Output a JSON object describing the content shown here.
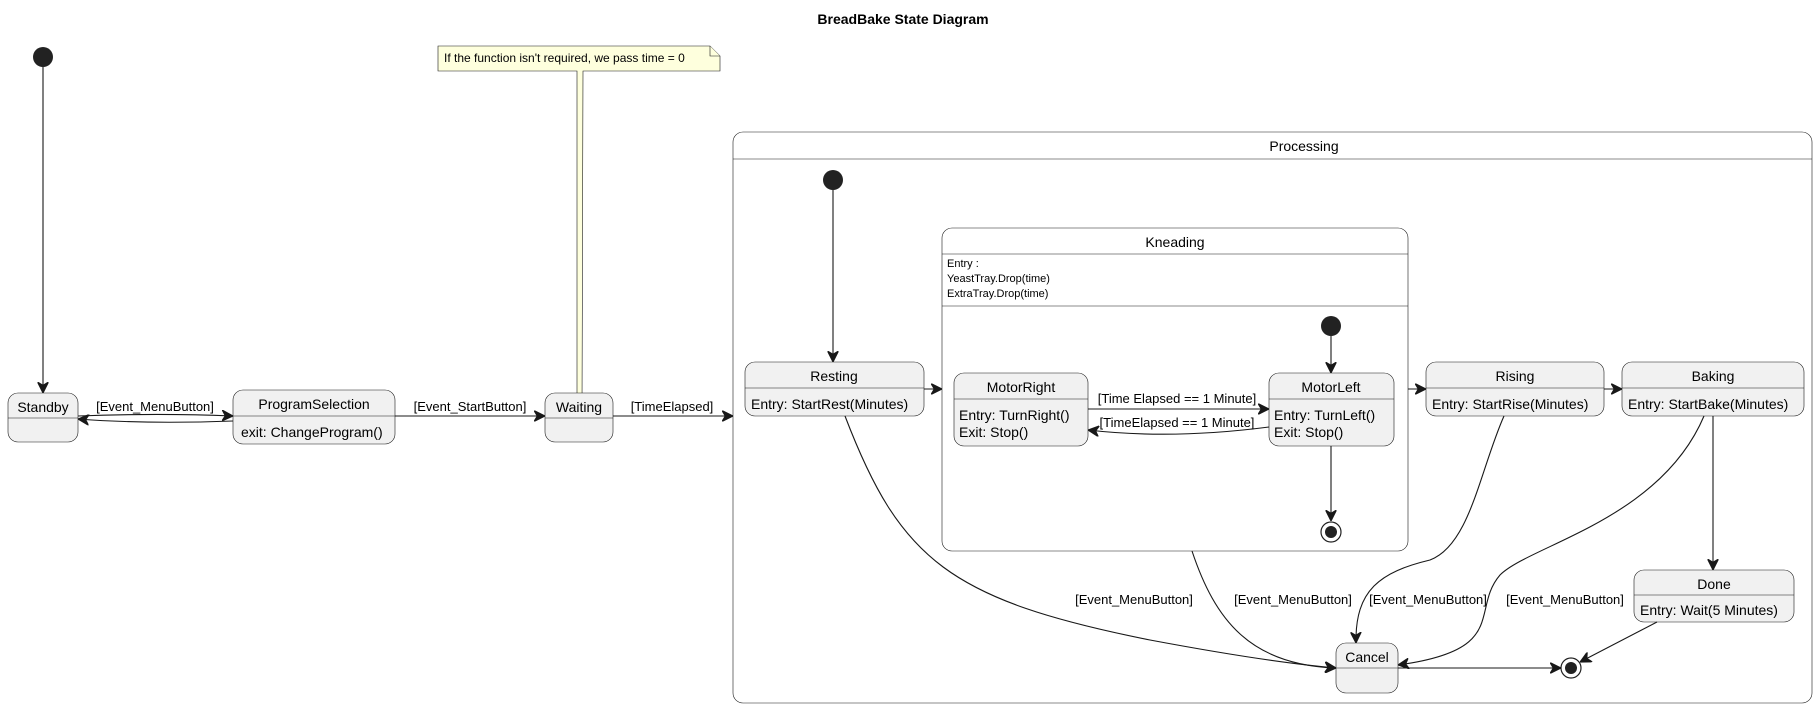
{
  "title": "BreadBake State Diagram",
  "note": {
    "text": "If the function isn't required, we pass time = 0"
  },
  "states": {
    "standby": {
      "name": "Standby"
    },
    "program_selection": {
      "name": "ProgramSelection",
      "body": [
        "exit: ChangeProgram()"
      ]
    },
    "waiting": {
      "name": "Waiting"
    },
    "processing": {
      "name": "Processing"
    },
    "resting": {
      "name": "Resting",
      "body": [
        "Entry: StartRest(Minutes)"
      ]
    },
    "kneading": {
      "name": "Kneading",
      "body": [
        "Entry :",
        "YeastTray.Drop(time)",
        "ExtraTray.Drop(time)"
      ]
    },
    "motor_right": {
      "name": "MotorRight",
      "body": [
        "Entry: TurnRight()",
        "Exit: Stop()"
      ]
    },
    "motor_left": {
      "name": "MotorLeft",
      "body": [
        "Entry: TurnLeft()",
        "Exit: Stop()"
      ]
    },
    "rising": {
      "name": "Rising",
      "body": [
        "Entry: StartRise(Minutes)"
      ]
    },
    "baking": {
      "name": "Baking",
      "body": [
        "Entry: StartBake(Minutes)"
      ]
    },
    "done": {
      "name": "Done",
      "body": [
        "Entry: Wait(5 Minutes)"
      ]
    },
    "cancel": {
      "name": "Cancel"
    }
  },
  "edges": {
    "standby_to_program": "[Event_MenuButton]",
    "program_to_waiting": "[Event_StartButton]",
    "waiting_to_processing": "[TimeElapsed]",
    "right_to_left": "[Time Elapsed == 1 Minute]",
    "left_to_right": "[TimeElapsed == 1 Minute]",
    "resting_to_cancel": "[Event_MenuButton]",
    "kneading_to_cancel": "[Event_MenuButton]",
    "rising_to_cancel": "[Event_MenuButton]",
    "baking_to_cancel": "[Event_MenuButton]"
  }
}
